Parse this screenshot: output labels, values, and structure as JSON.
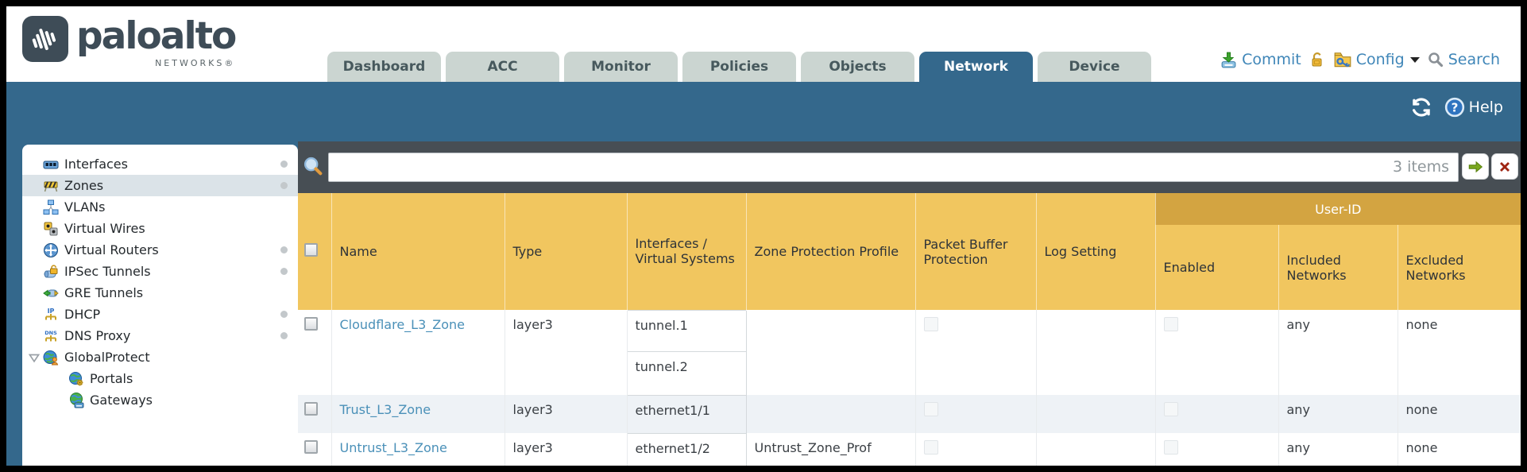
{
  "brand": {
    "name": "paloalto",
    "sub": "NETWORKS®"
  },
  "tabs": [
    {
      "label": "Dashboard",
      "active": false
    },
    {
      "label": "ACC",
      "active": false
    },
    {
      "label": "Monitor",
      "active": false
    },
    {
      "label": "Policies",
      "active": false
    },
    {
      "label": "Objects",
      "active": false
    },
    {
      "label": "Network",
      "active": true
    },
    {
      "label": "Device",
      "active": false
    }
  ],
  "header_actions": {
    "commit": "Commit",
    "config": "Config",
    "search": "Search",
    "help": "Help"
  },
  "toolbar": {
    "search_value": "",
    "items_count": "3 items"
  },
  "sidebar": {
    "items": [
      {
        "label": "Interfaces",
        "icon": "interfaces-icon",
        "dot": true,
        "selected": false
      },
      {
        "label": "Zones",
        "icon": "zones-icon",
        "dot": true,
        "selected": true
      },
      {
        "label": "VLANs",
        "icon": "vlans-icon",
        "dot": false,
        "selected": false
      },
      {
        "label": "Virtual Wires",
        "icon": "virtual-wires-icon",
        "dot": false,
        "selected": false
      },
      {
        "label": "Virtual Routers",
        "icon": "virtual-routers-icon",
        "dot": true,
        "selected": false
      },
      {
        "label": "IPSec Tunnels",
        "icon": "ipsec-tunnels-icon",
        "dot": true,
        "selected": false
      },
      {
        "label": "GRE Tunnels",
        "icon": "gre-tunnels-icon",
        "dot": false,
        "selected": false
      },
      {
        "label": "DHCP",
        "icon": "dhcp-icon",
        "dot": true,
        "selected": false
      },
      {
        "label": "DNS Proxy",
        "icon": "dns-proxy-icon",
        "dot": true,
        "selected": false
      },
      {
        "label": "GlobalProtect",
        "icon": "globalprotect-icon",
        "dot": false,
        "selected": false,
        "expanded": true
      },
      {
        "label": "Portals",
        "icon": "portals-icon",
        "dot": false,
        "selected": false,
        "child": true
      },
      {
        "label": "Gateways",
        "icon": "gateways-icon",
        "dot": false,
        "selected": false,
        "child": true
      }
    ]
  },
  "table": {
    "group_header": "User-ID",
    "headers": {
      "name": "Name",
      "type": "Type",
      "interfaces": "Interfaces / Virtual Systems",
      "zone_protection_profile": "Zone Protection Profile",
      "packet_buffer_protection": "Packet Buffer Protection",
      "log_setting": "Log Setting",
      "enabled": "Enabled",
      "included_networks": "Included Networks",
      "excluded_networks": "Excluded Networks"
    },
    "rows": [
      {
        "name": "Cloudflare_L3_Zone",
        "type": "layer3",
        "interfaces": [
          "tunnel.1",
          "tunnel.2"
        ],
        "zone_protection_profile": "",
        "log_setting": "",
        "included_networks": "any",
        "excluded_networks": "none"
      },
      {
        "name": "Trust_L3_Zone",
        "type": "layer3",
        "interfaces": [
          "ethernet1/1"
        ],
        "zone_protection_profile": "",
        "log_setting": "",
        "included_networks": "any",
        "excluded_networks": "none"
      },
      {
        "name": "Untrust_L3_Zone",
        "type": "layer3",
        "interfaces": [
          "ethernet1/2"
        ],
        "zone_protection_profile": "Untrust_Zone_Prof",
        "log_setting": "",
        "included_networks": "any",
        "excluded_networks": "none"
      }
    ]
  }
}
